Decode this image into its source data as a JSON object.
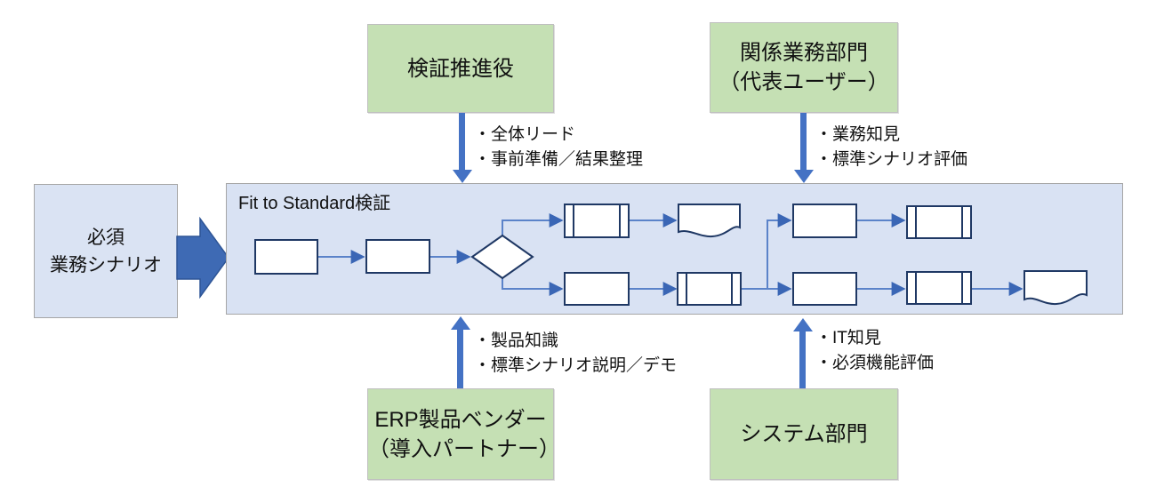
{
  "diagram": {
    "verification": {
      "title": "Fit to Standard検証"
    },
    "input_box": {
      "lines": [
        "必須",
        "業務シナリオ"
      ]
    },
    "stakeholders": {
      "promoter": {
        "lines": [
          "検証推進役"
        ],
        "contributions": [
          "・全体リード",
          "・事前準備／結果整理"
        ]
      },
      "business_dept": {
        "lines": [
          "関係業務部門",
          "（代表ユーザー）"
        ],
        "contributions": [
          "・業務知見",
          "・標準シナリオ評価"
        ]
      },
      "erp_vendor": {
        "lines": [
          "ERP製品ベンダー",
          "（導入パートナー）"
        ],
        "contributions": [
          "・製品知識",
          "・標準シナリオ説明／デモ"
        ]
      },
      "system_dept": {
        "lines": [
          "システム部門"
        ],
        "contributions": [
          "・IT知見",
          "・必須機能評価"
        ]
      }
    },
    "flow": {
      "nodes": [
        {
          "id": "step-1",
          "type": "process"
        },
        {
          "id": "step-2",
          "type": "process"
        },
        {
          "id": "decision",
          "type": "decision"
        },
        {
          "id": "upper-predefined",
          "type": "predefined-process"
        },
        {
          "id": "upper-document",
          "type": "document"
        },
        {
          "id": "lower-step-1",
          "type": "process"
        },
        {
          "id": "lower-predefined-1",
          "type": "predefined-process"
        },
        {
          "id": "merge-upper-step",
          "type": "process"
        },
        {
          "id": "merge-upper-predefined",
          "type": "predefined-process"
        },
        {
          "id": "lower-step-2",
          "type": "process"
        },
        {
          "id": "lower-predefined-2",
          "type": "predefined-process"
        },
        {
          "id": "final-document",
          "type": "document"
        }
      ]
    },
    "colors": {
      "stakeholder_fill": "#C5E0B4",
      "panel_fill": "#D9E2F3",
      "shape_border": "#1F3864",
      "connector": "#5B83C9",
      "arrow": "#4472C4"
    }
  }
}
